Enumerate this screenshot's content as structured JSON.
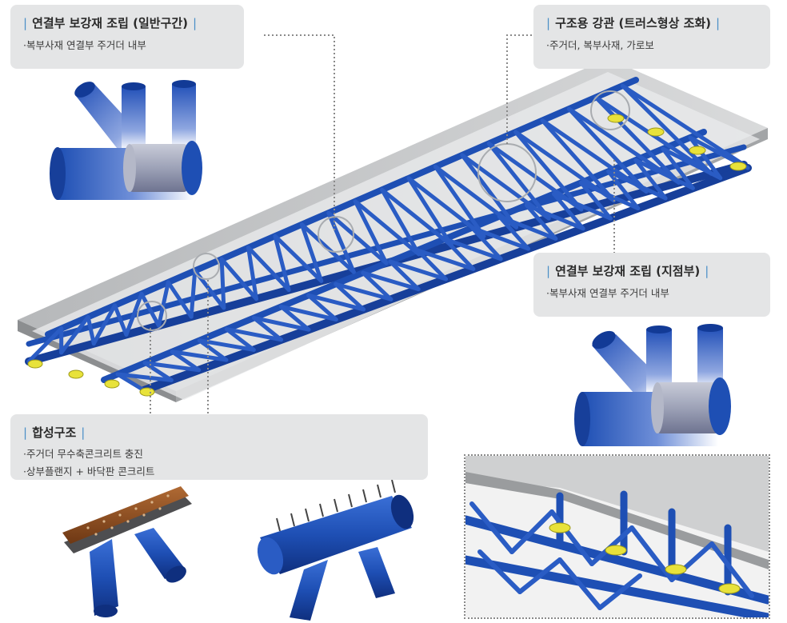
{
  "callouts": {
    "general": {
      "title": "연결부 보강재 조립 (일반구간)",
      "lines": [
        "복부사재 연결부 주거더 내부"
      ]
    },
    "tube": {
      "title": "구조용 강관 (트러스형상 조화)",
      "lines": [
        "주거더, 복부사재, 가로보"
      ]
    },
    "support": {
      "title": "연결부 보강재 조립 (지점부)",
      "lines": [
        "복부사재 연결부 주거더 내부"
      ]
    },
    "composite": {
      "title": "합성구조",
      "lines": [
        "주거더 무수축콘크리트 충진",
        "상부플랜지 + 바닥판 콘크리트"
      ]
    }
  },
  "colors": {
    "steel_blue": "#1e4fb4",
    "steel_dark": "#0f2f7e",
    "deck_gray": "#9a9c9e",
    "deck_light": "#c9cacb",
    "bearing_yellow": "#e8e23a",
    "plate_rust": "#8a4a1f",
    "callout_bg": "#e4e5e6",
    "accent_bar": "#4b8fc7"
  }
}
